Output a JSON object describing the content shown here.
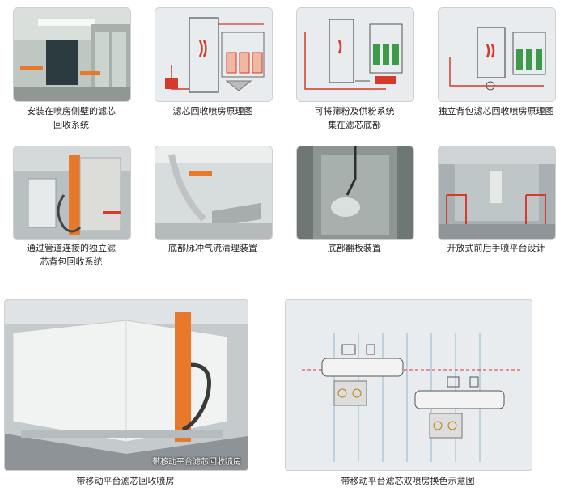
{
  "row1": [
    {
      "lines": [
        "安装在喷房侧壁的滤芯",
        "回收系统"
      ]
    },
    {
      "lines": [
        "滤芯回收喷房原理图"
      ]
    },
    {
      "lines": [
        "可将筛粉及供粉系统",
        "集在滤芯底部"
      ]
    },
    {
      "lines": [
        "独立背包滤芯回收喷房原理图"
      ]
    }
  ],
  "row2": [
    {
      "lines": [
        "通过管道连接的独立滤",
        "芯背包回收系统"
      ]
    },
    {
      "lines": [
        "底部脉冲气流清理装置"
      ]
    },
    {
      "lines": [
        "底部翻板装置"
      ]
    },
    {
      "lines": [
        "开放式前后手喷平台设计"
      ]
    }
  ],
  "row3": [
    {
      "lines": [
        "带移动平台滤芯回收喷房"
      ],
      "watermark": "带移动平台滤芯回收喷房"
    },
    {
      "lines": [
        "带移动平台滤芯双喷房换色示意图"
      ]
    }
  ],
  "colors": {
    "orange": "#e8782a",
    "red": "#d63a2a",
    "green": "#3c9a4a",
    "panel": "#e9ecee"
  }
}
